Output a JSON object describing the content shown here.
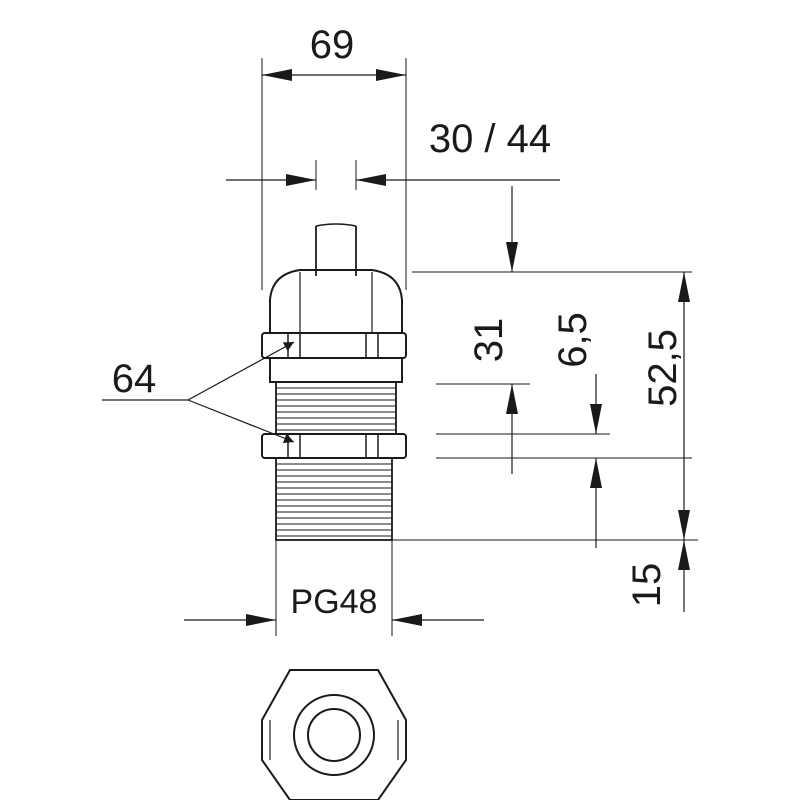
{
  "drawing": {
    "dimensions": {
      "top_width": "69",
      "inner_width": "30 / 44",
      "wrench_size": "64",
      "nut_height": "31",
      "thread_gap": "6,5",
      "total_height": "52,5",
      "thread_length": "15",
      "thread_size": "PG48"
    },
    "colors": {
      "line": "#1a1a1a",
      "background": "#ffffff"
    }
  }
}
